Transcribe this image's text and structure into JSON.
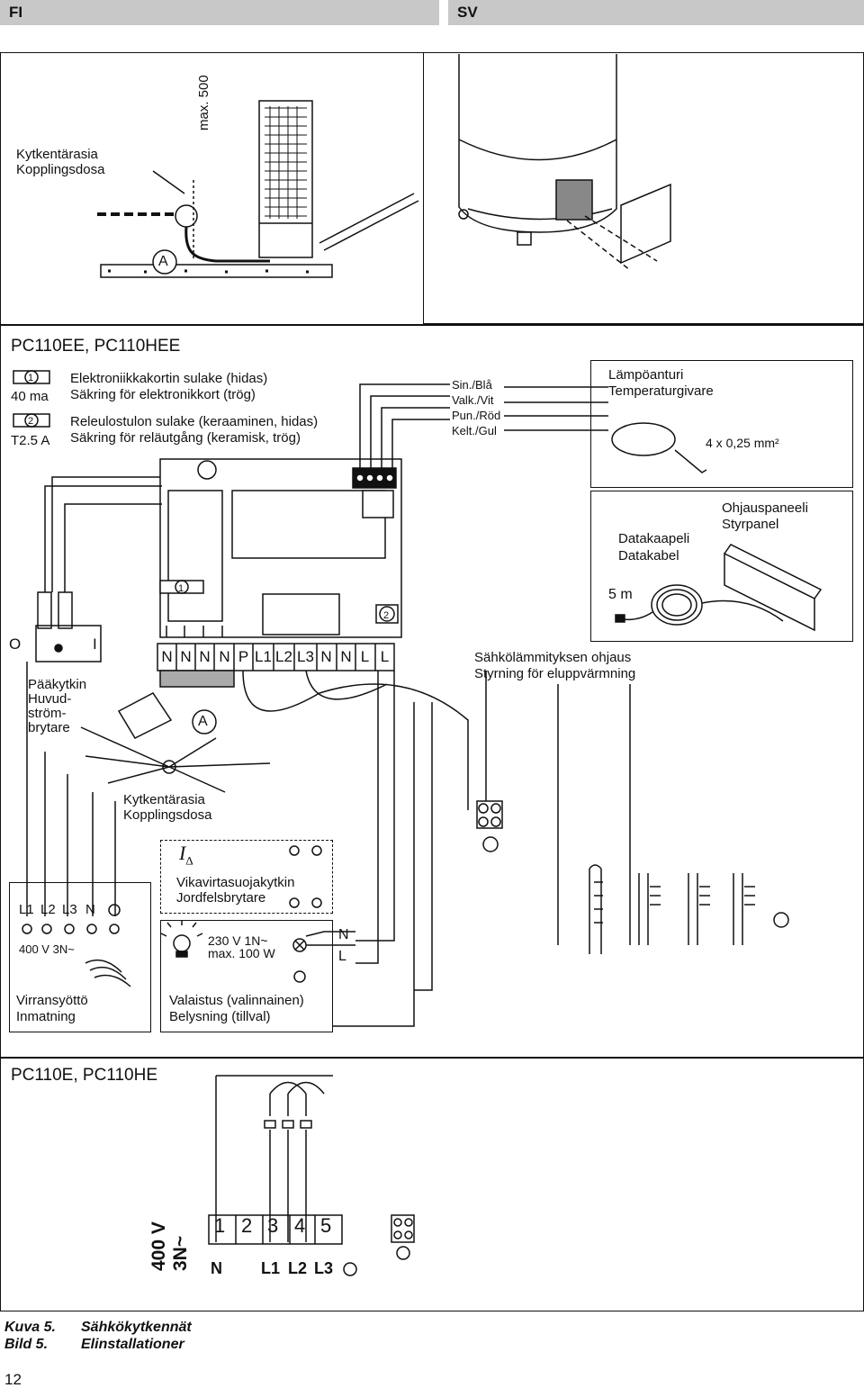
{
  "header": {
    "lang_left": "FI",
    "lang_right": "SV"
  },
  "top": {
    "junction_label_fi": "Kytkentärasia",
    "junction_label_sv": "Kopplingsdosa",
    "max_label": "max. 500",
    "marker_a": "A"
  },
  "models_top": "PC110EE, PC110HEE",
  "fuses": {
    "f1_num": "1",
    "f1_rating": "40 ma",
    "f1_fi": "Elektroniikkakortin sulake (hidas)",
    "f1_sv": "Säkring för elektronikkort (trög)",
    "f2_num": "2",
    "f2_rating": "T2.5 A",
    "f2_fi": "Releulostulon sulake (keraaminen, hidas)",
    "f2_sv": "Säkring för reläutgång (keramisk, trög)"
  },
  "wires": [
    "Sin./Blå",
    "Valk./Vit",
    "Pun./Röd",
    "Kelt./Gul"
  ],
  "sensor": {
    "fi": "Lämpöanturi",
    "sv": "Temperaturgivare",
    "area": "4 x 0,25 mm²"
  },
  "panel": {
    "fi": "Ohjauspaneeli",
    "sv": "Styrpanel"
  },
  "datacable": {
    "fi": "Datakaapeli",
    "sv": "Datakabel",
    "length": "5 m"
  },
  "switch": {
    "off": "O",
    "on": "I",
    "fi": "Pääkytkin",
    "sv1": "Huvud-",
    "sv2": "ström-",
    "sv3": "brytare"
  },
  "terminals": [
    "N",
    "N",
    "N",
    "N",
    "P",
    "L1",
    "L2",
    "L3",
    "N",
    "N",
    "L",
    "L"
  ],
  "board_marker_a": "A",
  "heating_ctrl": {
    "fi": "Sähkölämmityksen ohjaus",
    "sv": "Styrning för eluppvärmning"
  },
  "junction2": {
    "fi": "Kytkentärasia",
    "sv": "Kopplingsdosa"
  },
  "rcd": {
    "symbol": "I",
    "sub": "Δ",
    "fi": "Vikavirtasuojakytkin",
    "sv": "Jordfelsbrytare"
  },
  "supply": {
    "terms": [
      "L1",
      "L2",
      "L3",
      "N"
    ],
    "voltage": "400 V 3N~",
    "fi": "Virransyöttö",
    "sv": "Inmatning"
  },
  "lighting": {
    "v": "230 V 1N~",
    "p": "max. 100 W",
    "n": "N",
    "l": "L",
    "fi": "Valaistus (valinnainen)",
    "sv": "Belysning (tillval)"
  },
  "models_bottom": "PC110E, PC110HE",
  "bottom": {
    "voltage": "400 V",
    "phase": "3N~",
    "nums": [
      "1",
      "2",
      "3",
      "4",
      "5"
    ],
    "labels": [
      "N",
      "L1",
      "L2",
      "L3"
    ]
  },
  "caption": {
    "fi_num": "Kuva 5.",
    "sv_num": "Bild 5.",
    "fi": "Sähkökytkennät",
    "sv": "Elinstallationer"
  },
  "page_number": "12"
}
